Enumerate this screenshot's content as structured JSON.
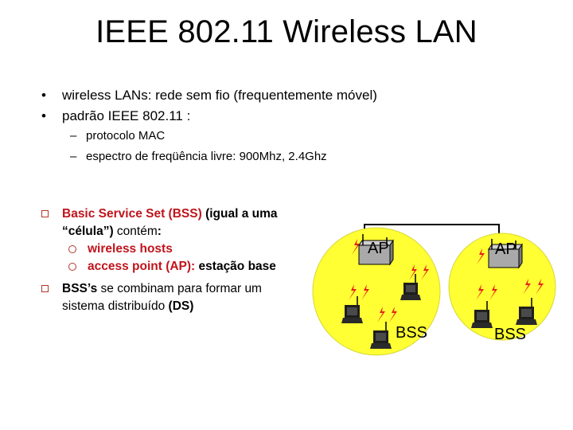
{
  "slide": {
    "title": "IEEE 802.11 Wireless LAN",
    "bullets": [
      {
        "marker": "•",
        "text": "wireless LANs: rede sem fio (frequentemente móvel)"
      },
      {
        "marker": "•",
        "text": "padrão IEEE 802.11 :"
      }
    ],
    "sub_bullets": [
      {
        "marker": "–",
        "text": "protocolo MAC"
      },
      {
        "marker": "–",
        "text": "espectro de freqüência livre: 900Mhz,  2.4Ghz"
      }
    ],
    "bss_block": {
      "line1_red": "Basic Service Set (BSS)",
      "line1_bold": " (igual a uma",
      "line2_bold": "“célula”)",
      "line2_text": " contém",
      "line2_colon": ":",
      "item1_red": "wireless hosts",
      "item2_red": "access point (AP):",
      "item2_bold": " estação base",
      "line3_bold": "BSS’s",
      "line3_text": " se combinam para formar um",
      "line4_text": "sistema distribuído ",
      "line4_bold": "(DS)"
    }
  },
  "diagram": {
    "cells": [
      {
        "ap_label": "AP",
        "bss_label": "BSS"
      },
      {
        "ap_label": "AP",
        "bss_label": "BSS"
      }
    ],
    "colors": {
      "cell_fill": "#ffff33",
      "ap_box": "#a9a9a9",
      "lightning": "#e8201a",
      "laptop": "#1e1e1e"
    }
  }
}
